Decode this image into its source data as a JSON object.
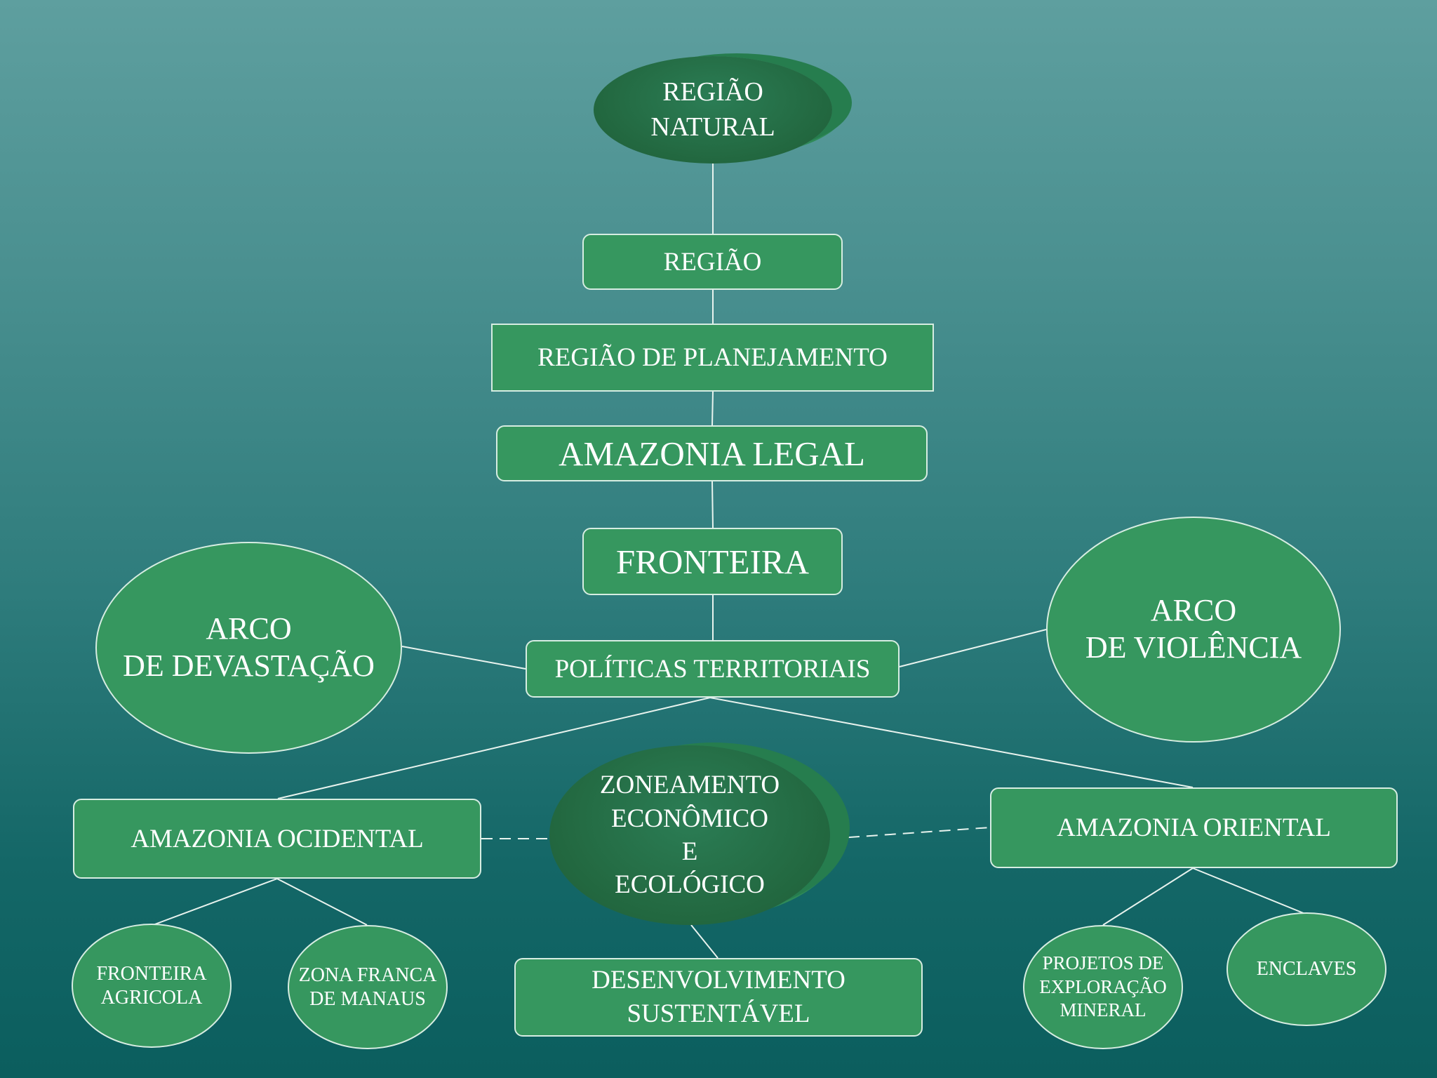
{
  "nodes": {
    "regiao_natural": "REGIÃO\nNATURAL",
    "regiao": "REGIÃO",
    "regiao_planejamento": "REGIÃO DE PLANEJAMENTO",
    "amazonia_legal": "AMAZONIA LEGAL",
    "fronteira": "FRONTEIRA",
    "politicas_territoriais": "POLÍTICAS TERRITORIAIS",
    "arco_devastacao": "ARCO\nDE DEVASTAÇÃO",
    "arco_violencia": "ARCO\nDE VIOLÊNCIA",
    "zoneamento": "ZONEAMENTO\nECONÔMICO\nE\nECOLÓGICO",
    "amazonia_ocidental": "AMAZONIA OCIDENTAL",
    "amazonia_oriental": "AMAZONIA ORIENTAL",
    "fronteira_agricola": "FRONTEIRA\nAGRICOLA",
    "zona_franca": "ZONA FRANCA\nDE MANAUS",
    "desenvolvimento": "DESENVOLVIMENTO\nSUSTENTÁVEL",
    "projetos": "PROJETOS DE\nEXPLORAÇÃO\nMINERAL",
    "enclaves": "ENCLAVES"
  },
  "colors": {
    "node_fill": "#36975f",
    "node_border": "#d7ede2",
    "disc_fill": "#22673f",
    "connector": "#e8f3ee"
  }
}
